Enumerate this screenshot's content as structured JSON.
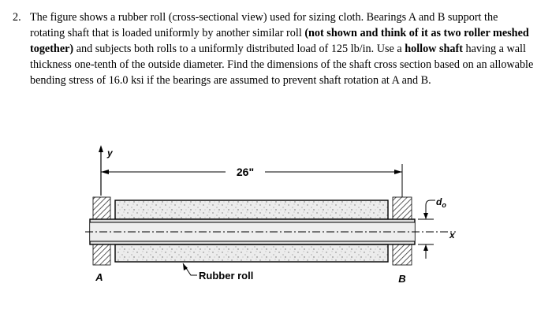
{
  "problem": {
    "number": "2.",
    "text": [
      "The figure shows a rubber roll (cross-sectional view) used for sizing cloth. Bearings A and B support the rotating shaft that is loaded uniformly by another similar roll ",
      "(not shown and think of it as two roller meshed together)",
      " and subjects both rolls to a uniformly distributed load of 125 lb/in. Use a ",
      "hollow shaft",
      " having a wall thickness one-tenth of the outside diameter. Find the dimensions of the shaft cross section based on an allowable bending stress of 16.0 ksi if the bearings are assumed to prevent shaft rotation at A and B."
    ]
  },
  "figure": {
    "dimension_label": "26\"",
    "y_axis_label": "y",
    "x_axis_label": "x",
    "diameter_label": "d",
    "diameter_subscript": "o",
    "bearing_a_label": "A",
    "bearing_b_label": "B",
    "rubber_roll_label": "Rubber roll"
  }
}
